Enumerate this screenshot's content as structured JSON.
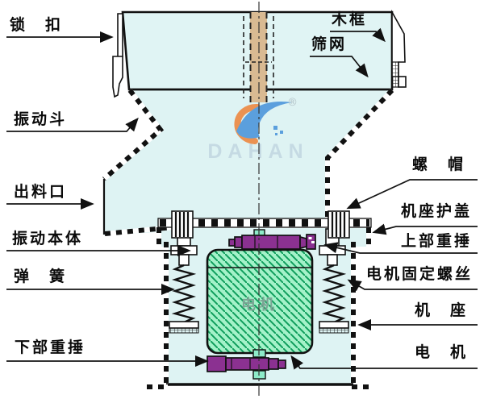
{
  "diagram": {
    "labels_left": [
      {
        "text": "锁　扣"
      },
      {
        "text": "振动斗"
      },
      {
        "text": "出料口"
      },
      {
        "text": "振动本体"
      },
      {
        "text": "弹　簧"
      },
      {
        "text": "下部重捶"
      }
    ],
    "labels_right": [
      {
        "text": "木框"
      },
      {
        "text": "筛网"
      },
      {
        "text": "螺　帽"
      },
      {
        "text": "机座护盖"
      },
      {
        "text": "上部重捶"
      },
      {
        "text": "电机固定螺丝"
      },
      {
        "text": "机　座"
      },
      {
        "text": "电　机"
      }
    ],
    "motor_text": "电机",
    "watermark": {
      "brand": "DAHAN",
      "registered": "®"
    },
    "colors": {
      "body_fill": "#e0f4f4",
      "motor_fill": "#a4f2c9",
      "motor_hatch": "#0f9e5c",
      "weight_purple": "#8b3191",
      "shaft_teal": "#8debc9",
      "column_tan": "#d9ba92",
      "watermark_blue_text": "#c0d4e0",
      "logo_orange": "#ef7b2b",
      "logo_blue": "#3b8bd8",
      "line_black": "#111111"
    }
  }
}
